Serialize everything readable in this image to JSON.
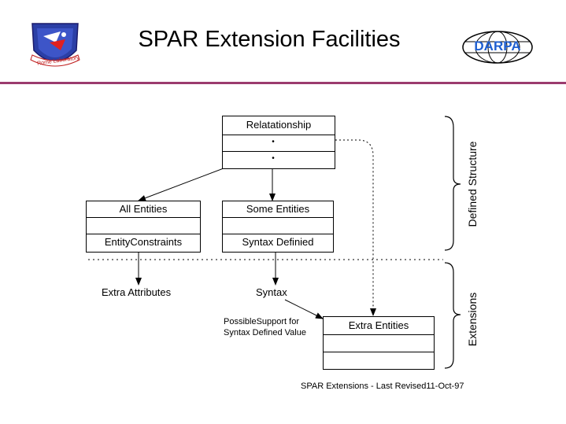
{
  "header": {
    "title": "SPAR Extension Facilities",
    "left_logo_text": "Rome Laboratory",
    "right_logo_text": "DARPA"
  },
  "diagram": {
    "relationship_box": {
      "rows": [
        "Relatationship",
        "•",
        "•"
      ]
    },
    "all_entities_box": {
      "rows": [
        "All Entities",
        "",
        "EntityConstraints"
      ]
    },
    "some_entities_box": {
      "rows": [
        "Some Entities",
        "",
        "Syntax Definied"
      ]
    },
    "extra_entities_box": {
      "rows": [
        "Extra Entities",
        "",
        ""
      ]
    },
    "labels": {
      "extra_attributes": "Extra Attributes",
      "syntax": "Syntax",
      "possible_support_line1": "PossibleSupport for",
      "possible_support_line2": "Syntax Defined Value"
    },
    "brackets": {
      "defined_structure": "Defined Structure",
      "extensions": "Extensions"
    }
  },
  "footer": {
    "text": "SPAR Extensions - Last Revised11-Oct-97"
  },
  "colors": {
    "rule": "#9b3b6e",
    "shield_blue": "#2b3fa6",
    "darpa_blue": "#1f5fd0"
  }
}
